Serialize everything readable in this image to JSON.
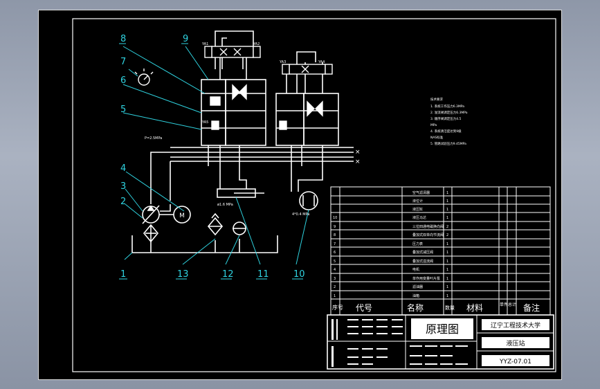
{
  "callouts": [
    "8",
    "9",
    "7",
    "6",
    "5",
    "4",
    "3",
    "2",
    "1",
    "13",
    "12",
    "11",
    "10"
  ],
  "valve_labels": [
    "YA1",
    "YA2",
    "YA3",
    "YA4",
    "YA5"
  ],
  "side_labels": {
    "pressure_gauge": "P=2.5MPa",
    "cylinder_note": "ø1.6 MPa",
    "pump_note": "4*0.4 MPa"
  },
  "notes": [
    "技术要求",
    "1. 系统工作压力6.3MPa",
    "2. 溢流阀调定压力6.3MPa",
    "3. 顺序阀调定压力4.5",
    "MPa",
    "4. 系统清洁度达到9级",
    "NAS标准",
    "5. 管路试验压力9.45MPa"
  ],
  "bom_rows": [
    {
      "num": "",
      "code": "",
      "name": "空气滤清器",
      "qty": "1"
    },
    {
      "num": "",
      "code": "",
      "name": "液位计",
      "qty": "1"
    },
    {
      "num": "",
      "code": "",
      "name": "液压缸",
      "qty": "1"
    },
    {
      "num": "10",
      "code": "",
      "name": "液压马达",
      "qty": "1"
    },
    {
      "num": "9",
      "code": "",
      "name": "三位四通电磁换向阀",
      "qty": "2"
    },
    {
      "num": "8",
      "code": "",
      "name": "叠加式双单向节流阀",
      "qty": "2"
    },
    {
      "num": "7",
      "code": "",
      "name": "压力表",
      "qty": "1"
    },
    {
      "num": "6",
      "code": "",
      "name": "叠加式减压阀",
      "qty": "1"
    },
    {
      "num": "5",
      "code": "",
      "name": "叠加式溢流阀",
      "qty": "1"
    },
    {
      "num": "4",
      "code": "",
      "name": "电机",
      "qty": "1"
    },
    {
      "num": "3",
      "code": "",
      "name": "单作用变量叶片泵",
      "qty": "1"
    },
    {
      "num": "2",
      "code": "",
      "name": "滤油器",
      "qty": "1"
    },
    {
      "num": "1",
      "code": "",
      "name": "油箱",
      "qty": "1"
    }
  ],
  "bom_header": {
    "num": "序号",
    "code": "代号",
    "name": "名称",
    "qty": "数量",
    "material": "材料",
    "unit_weight": "单件",
    "total_weight": "总计",
    "remark": "备注"
  },
  "title_block": {
    "drawing_name": "原理图",
    "school": "辽宁工程技术大学",
    "subtitle": "液压站",
    "drawing_no": "YYZ-07.01"
  }
}
